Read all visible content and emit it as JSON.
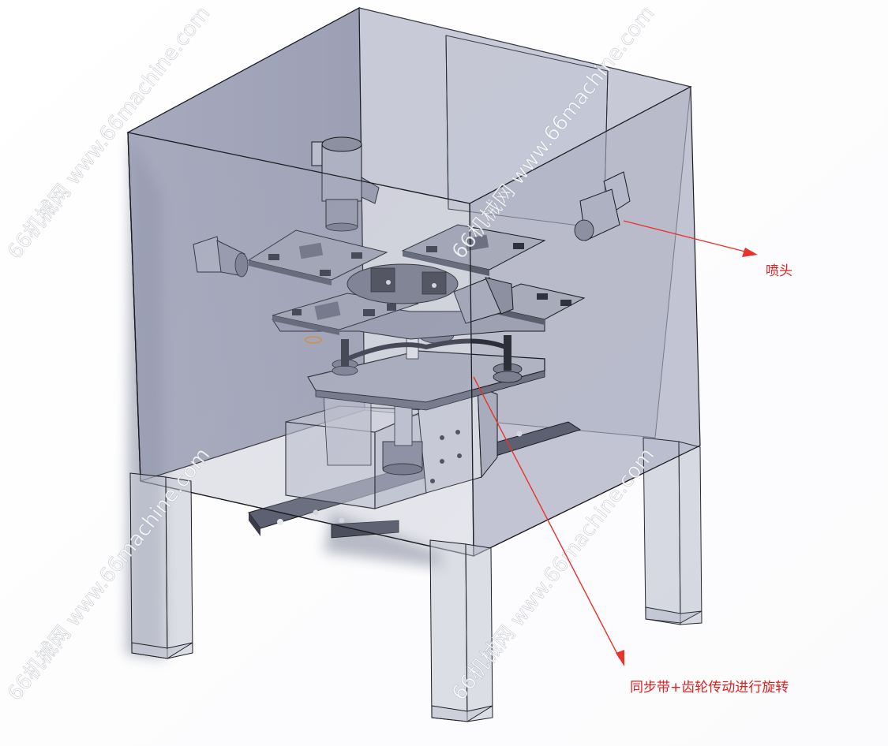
{
  "annotations": {
    "nozzle": "喷头",
    "rotation": "同步带+齿轮传动进行旋转"
  },
  "watermark": "66机械网 www.66machine.com",
  "colors": {
    "annotation_text": "#e02020",
    "arrow": "#e8322a",
    "enclosure_fill": "#8b8fa6",
    "enclosure_edge": "#1c1c22",
    "watermark": "#ffffff"
  }
}
